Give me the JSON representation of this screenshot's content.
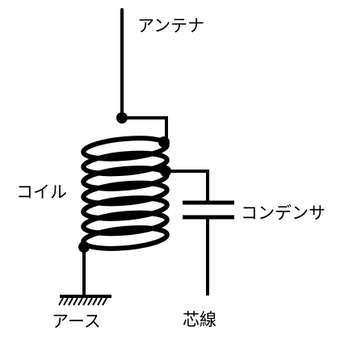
{
  "labels": {
    "antenna": "アンテナ",
    "coil": "コイル",
    "capacitor": "コンデンサ",
    "earth": "アース",
    "core_wire": "芯線"
  },
  "colors": {
    "stroke": "#000000",
    "background": "#ffffff",
    "text": "#000000"
  }
}
